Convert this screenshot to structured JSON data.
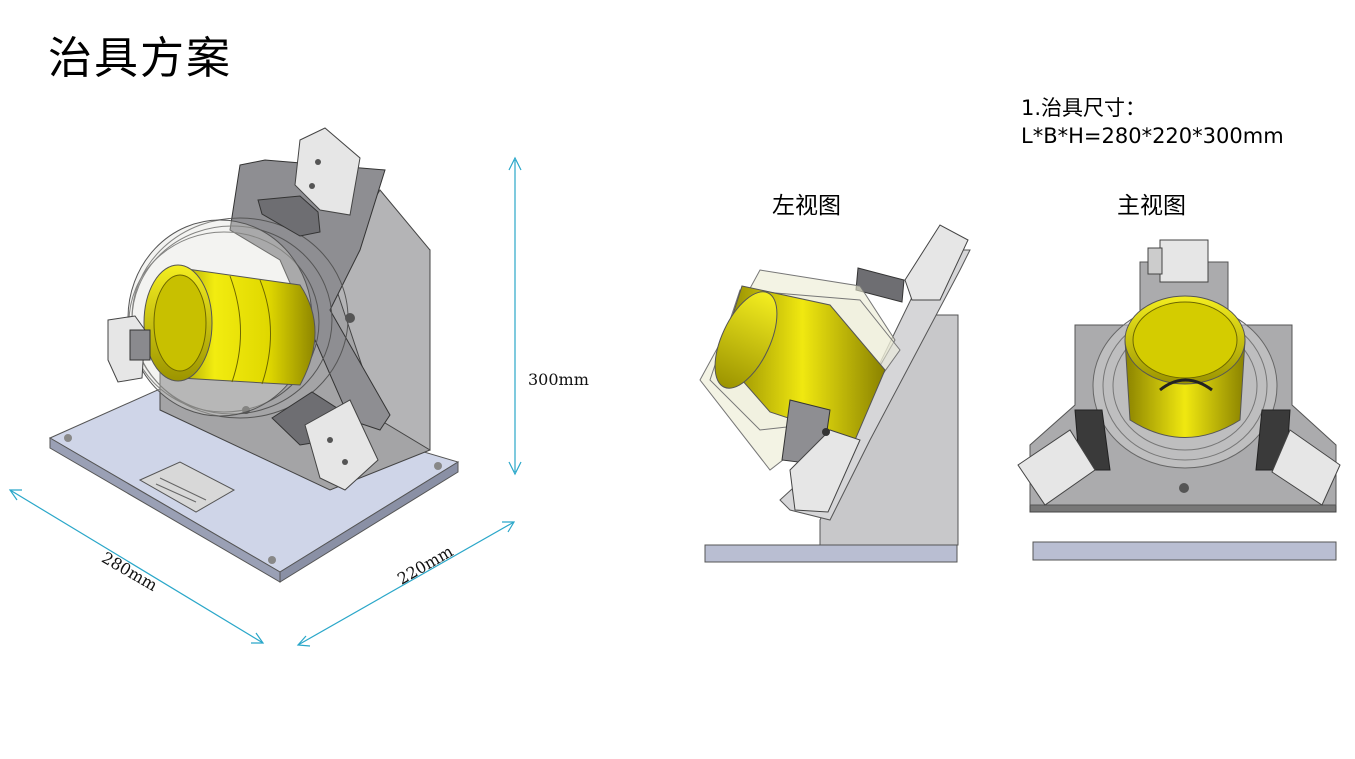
{
  "slide": {
    "title": "治具方案",
    "spec_line1": "1.治具尺寸：",
    "spec_line2": "L*B*H=280*220*300mm",
    "left_view_label": "左视图",
    "front_view_label": "主视图"
  },
  "dimensions": {
    "height": "300mm",
    "length": "280mm",
    "width": "220mm"
  },
  "colors": {
    "dimension_line": "#2aa7c9",
    "cylinder_yellow": "#e8e000",
    "plate_blue": "#c9d0e6",
    "body_gray": "#a6a6a8"
  }
}
